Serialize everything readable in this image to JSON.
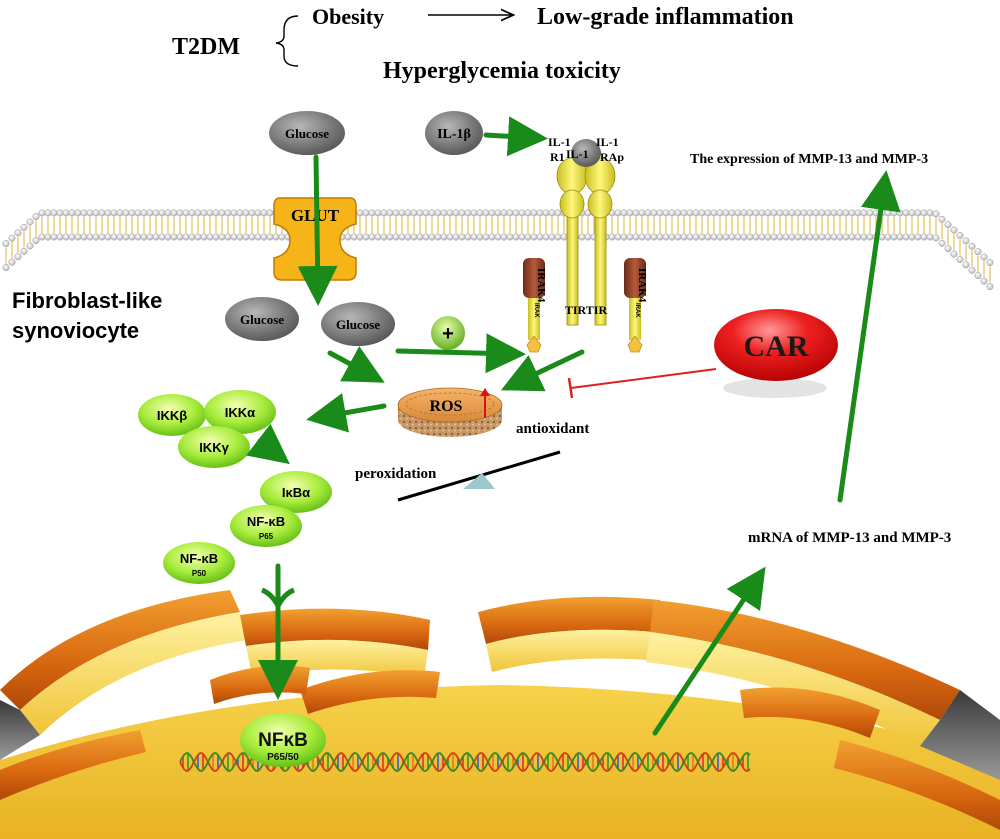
{
  "header": {
    "t2dm": "T2DM",
    "obesity": "Obesity",
    "inflammation": "Low-grade inflammation",
    "hyperglycemia": "Hyperglycemia toxicity"
  },
  "cell_label": {
    "line1": "Fibroblast-like",
    "line2": "synoviocyte"
  },
  "glucose_label": "Glucose",
  "glut_label": "GLUT",
  "il1b_label": "IL-1β",
  "receptor": {
    "il1_left": "IL-1",
    "r1": "R1",
    "il1_center": "IL-1",
    "il1_right": "IL-1",
    "rap": "RAp",
    "tir": "TIRTIR",
    "irak": "IRAK4",
    "small": "IRAK"
  },
  "plus_label": "+",
  "car_label": "CAR",
  "ros_label": "ROS",
  "antioxidant_label": "antioxidant",
  "peroxidation_label": "peroxidation",
  "ikk": {
    "beta": "IKKβ",
    "alpha": "IKKα",
    "gamma": "IKKγ"
  },
  "ikba_label": "IκBα",
  "nfkb_label": "NF-κB",
  "p65_label": "P65",
  "p50_label": "P50",
  "nucleus_nfkb": "NFκB",
  "nucleus_p6550": "P65/50",
  "mrna_label": "mRNA of MMP-13  and MMP-3",
  "expression_label": "The expression of MMP-13 and MMP-3",
  "colors": {
    "green_arrow": "#1a8a1a",
    "inhibit": "#e02020",
    "car": "#e01010",
    "nucleus": "#f2c232",
    "membrane": "#f0c040"
  }
}
